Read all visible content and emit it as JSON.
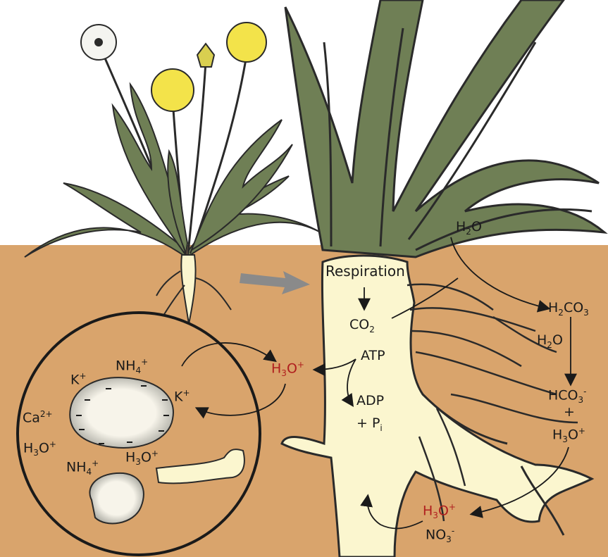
{
  "labels": {
    "respiration": "Respiration",
    "co2": "CO",
    "co2_sub": "2",
    "atp": "ATP",
    "adp": "ADP",
    "pi": "+ P",
    "pi_sub": "i",
    "h2o_top": "H",
    "h2o_top_sub": "2",
    "h2o_top_o": "O",
    "h2co3_h": "H",
    "h2co3_sub1": "2",
    "h2co3_co": "CO",
    "h2co3_sub2": "3",
    "h2o_mid_h": "H",
    "h2o_mid_sub": "2",
    "h2o_mid_o": "O",
    "hco3": "HCO",
    "hco3_sub": "3",
    "hco3_sup": "-",
    "plus": "+",
    "h3o_right": "H",
    "h3o_right_sub": "3",
    "h3o_right_o": "O",
    "h3o_right_sup": "+",
    "h3o_center": "H",
    "h3o_center_sub": "3",
    "h3o_center_o": "O",
    "h3o_center_sup": "+",
    "h3o_bottom": "H",
    "h3o_bottom_sub": "3",
    "h3o_bottom_o": "O",
    "h3o_bottom_sup": "+",
    "no3": "NO",
    "no3_sub": "3",
    "no3_sup": "-",
    "nh4_top": "NH",
    "nh4_top_sub": "4",
    "nh4_top_sup": "+",
    "k_left": "K",
    "k_left_sup": "+",
    "k_right": "K",
    "k_right_sup": "+",
    "ca": "Ca",
    "ca_sup": "2+",
    "h3o_circle_left": "H",
    "h3o_circle_left_sub": "3",
    "h3o_circle_left_o": "O",
    "h3o_circle_left_sup": "+",
    "h3o_circle_right": "H",
    "h3o_circle_right_sub": "3",
    "h3o_circle_right_o": "O",
    "h3o_circle_right_sup": "+",
    "nh4_bottom": "NH",
    "nh4_bottom_sub": "4",
    "nh4_bottom_sup": "+"
  },
  "colors": {
    "soil": "#d9a46c",
    "leaf": "#6f7f55",
    "root": "#fbf6cf",
    "outline": "#2a2a2a",
    "red_label": "#b01e1e",
    "arrow_gray": "#8a8a8a",
    "flower": "#f3e34a"
  }
}
